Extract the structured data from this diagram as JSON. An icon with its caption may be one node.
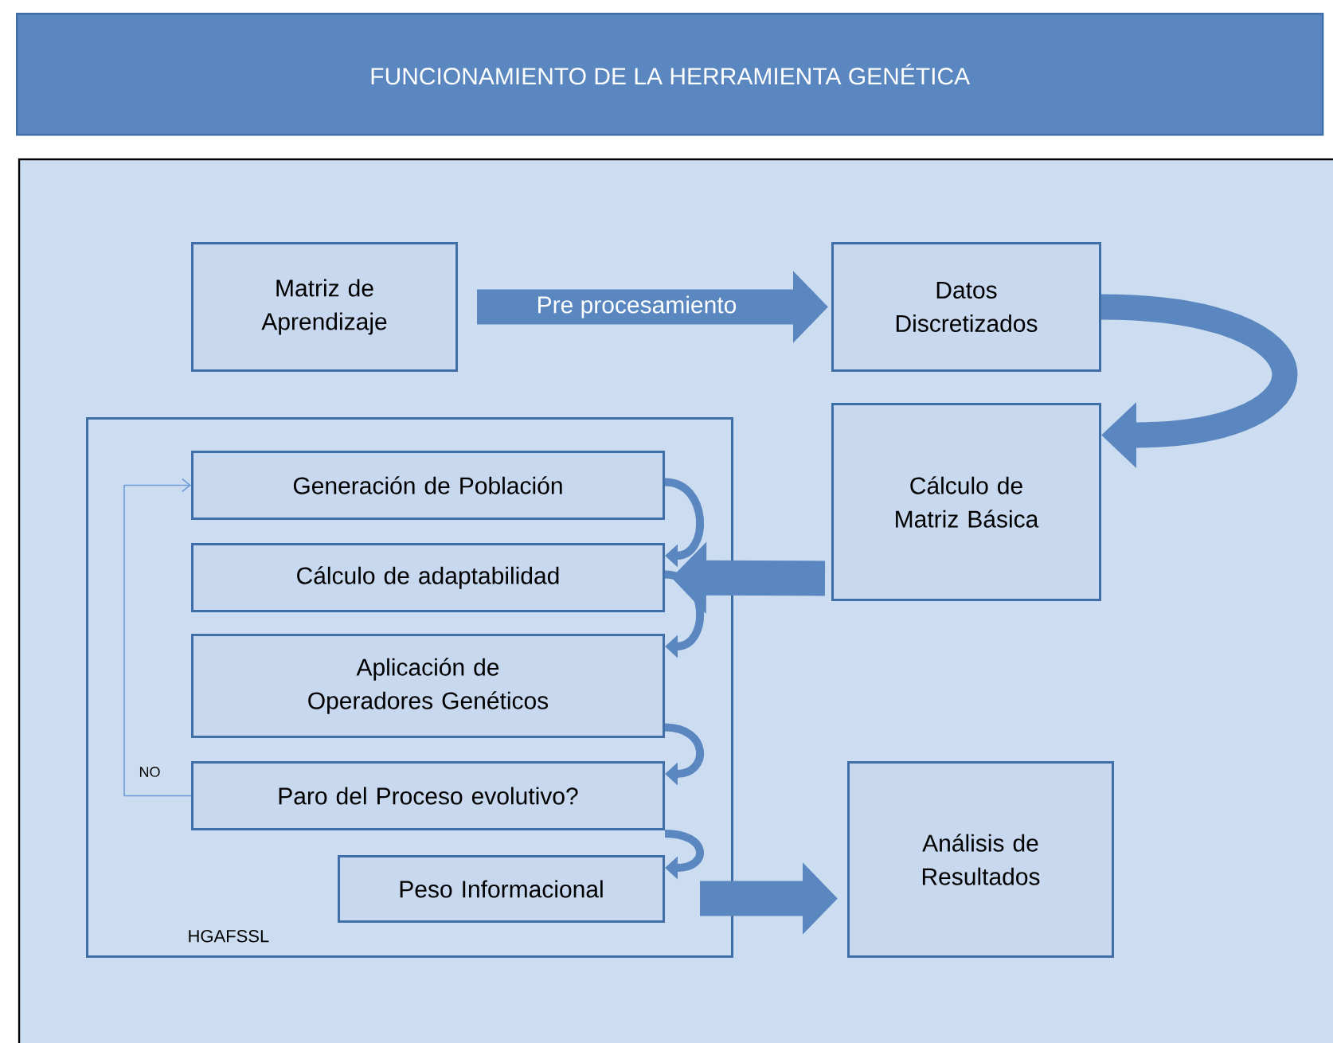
{
  "diagram": {
    "title": "FUNCIONAMIENTO DE LA HERRAMIENTA GENÉTICA",
    "nodes": [
      {
        "text": [
          "Matriz de Aprendizaje"
        ]
      },
      {
        "text": [
          "Datos Discretizados"
        ]
      },
      {
        "text": [
          "Cálculo de Matriz Básica"
        ]
      },
      {
        "text": [
          "HGAFSSL"
        ]
      },
      {
        "text": [
          "Generación de Población"
        ],
        "in": 3
      },
      {
        "text": [
          "Cálculo de adaptabilidad"
        ],
        "in": 3
      },
      {
        "text": [
          "Aplicación de Operadores Genéticos"
        ],
        "in": 3
      },
      {
        "text": [
          "Paro del Proceso evolutivo?"
        ],
        "in": 3
      },
      {
        "text": [
          "Peso Informacional"
        ],
        "in": 3
      },
      {
        "text": [
          "Análisis de Resultados"
        ]
      }
    ],
    "edges": [
      {
        "from": 0,
        "to": 1,
        "arrow": "to",
        "label": "Pre procesamiento",
        "style": "thick"
      },
      {
        "from": 1,
        "to": 2,
        "arrow": "to",
        "style": "thick"
      },
      {
        "from": 2,
        "to": 5,
        "arrow": "to",
        "style": "thick"
      },
      {
        "from": 4,
        "to": 5,
        "arrow": "to"
      },
      {
        "from": 5,
        "to": 6,
        "arrow": "to"
      },
      {
        "from": 6,
        "to": 7,
        "arrow": "to"
      },
      {
        "from": 7,
        "to": 8,
        "arrow": "to"
      },
      {
        "from": 8,
        "to": 9,
        "arrow": "to",
        "style": "thick"
      },
      {
        "from": 7,
        "to": 4,
        "arrow": "to",
        "label": "NO",
        "color": "#6f9bd6"
      }
    ]
  }
}
